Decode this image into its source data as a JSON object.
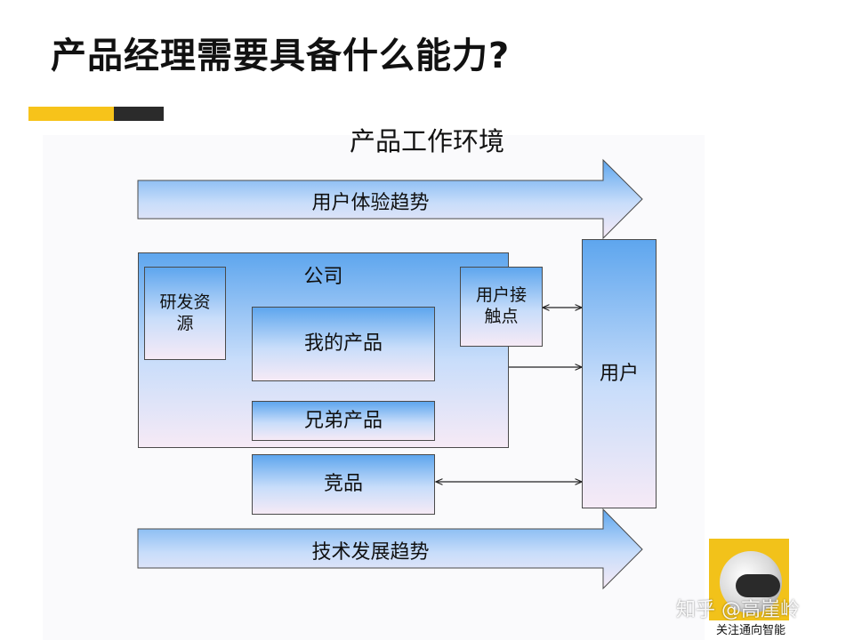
{
  "page": {
    "title": "产品经理需要具备什么能力?",
    "accent_colors": {
      "yellow": "#f7c31a",
      "black": "#2b2b2b"
    }
  },
  "diagram": {
    "heading": "产品工作环境",
    "top_arrow_label": "用户体验趋势",
    "bottom_arrow_label": "技术发展趋势",
    "company_label": "公司",
    "rd_resources": "研发资源",
    "my_product": "我的产品",
    "sibling_product": "兄弟产品",
    "touchpoint": "用户接触点",
    "competitor": "竞品",
    "user": "用户"
  },
  "branding": {
    "watermark": "知乎 @高崖岭",
    "logo_caption": "关注通向智能"
  }
}
